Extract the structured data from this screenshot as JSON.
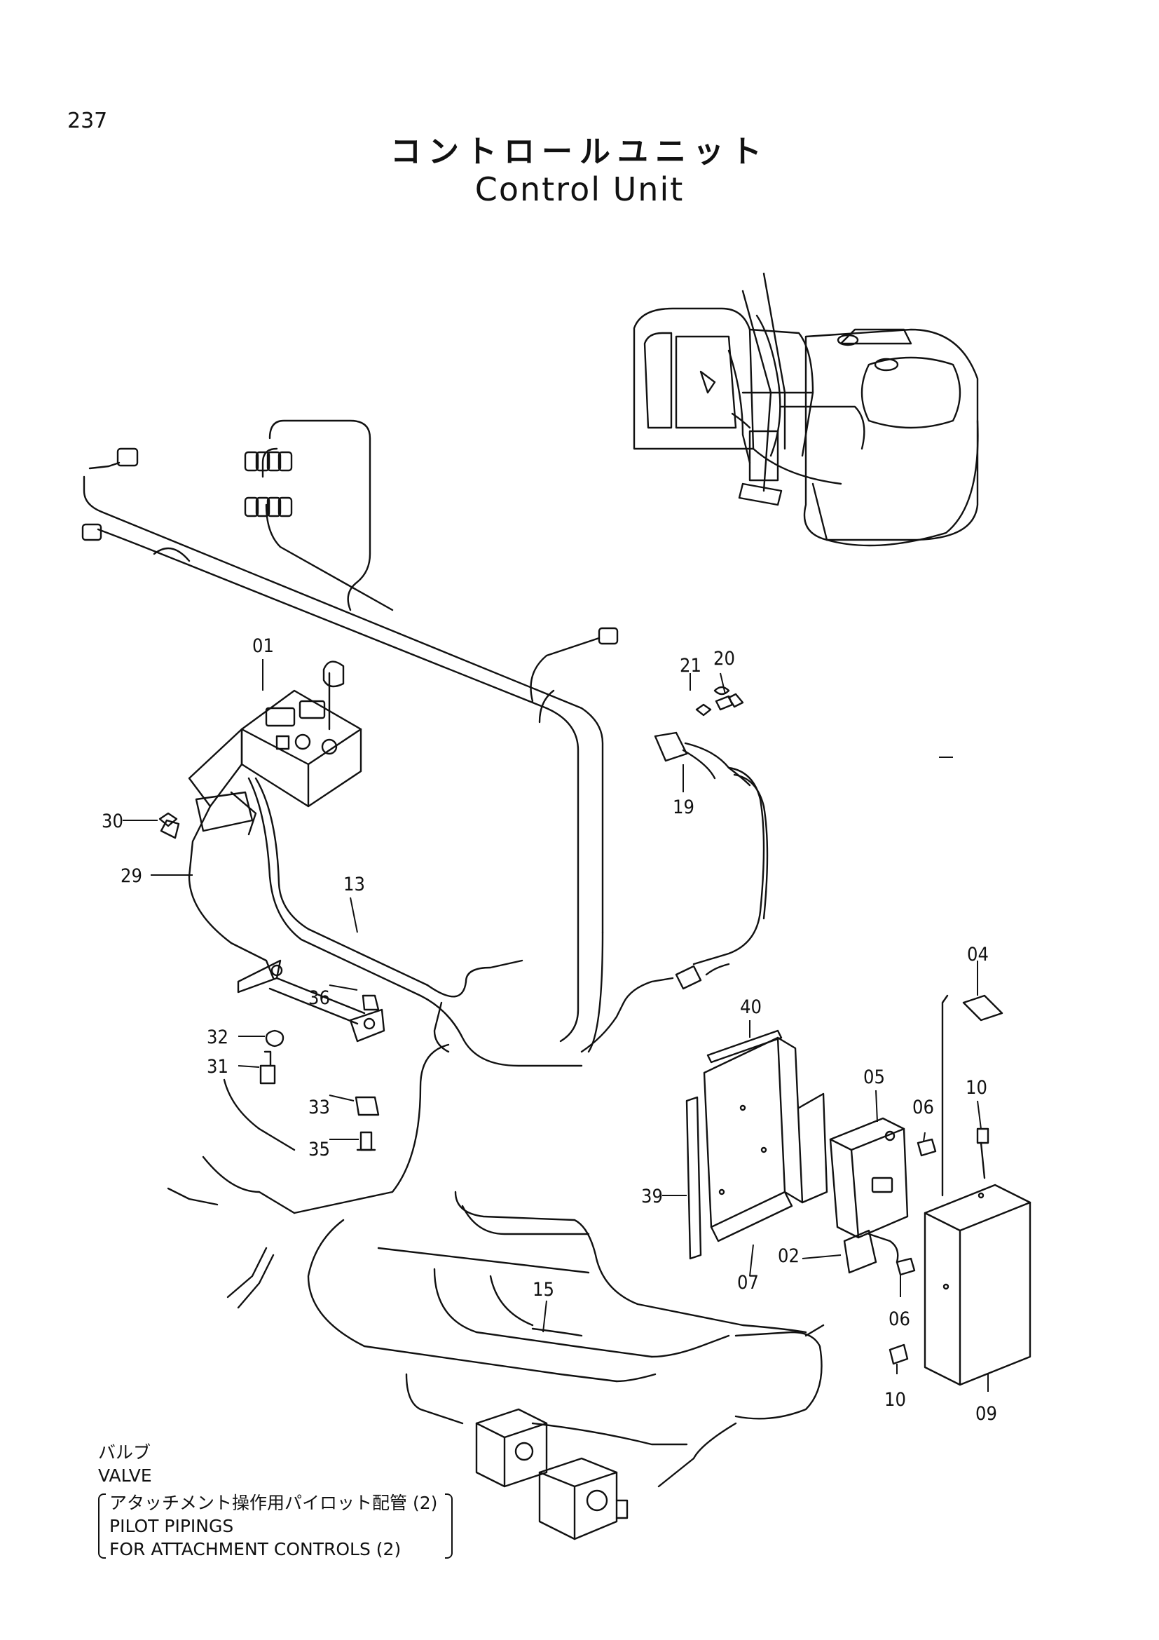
{
  "page_number": "237",
  "title": {
    "jp": "コントロールユニット",
    "en": "Control Unit"
  },
  "callouts": {
    "c01": "01",
    "c02": "02",
    "c04": "04",
    "c05": "05",
    "c06a": "06",
    "c06b": "06",
    "c07": "07",
    "c09": "09",
    "c10a": "10",
    "c10b": "10",
    "c13": "13",
    "c15": "15",
    "c19": "19",
    "c20": "20",
    "c21": "21",
    "c29": "29",
    "c30": "30",
    "c31": "31",
    "c32": "32",
    "c33": "33",
    "c35": "35",
    "c36": "36",
    "c39": "39",
    "c40": "40"
  },
  "note": {
    "valve_jp": "バルブ",
    "valve_en": "VALVE",
    "pilot_jp": "アタッチメント操作用パイロット配管 (2)",
    "pilot_en_1": "PILOT PIPINGS",
    "pilot_en_2": "FOR ATTACHMENT CONTROLS (2)"
  }
}
